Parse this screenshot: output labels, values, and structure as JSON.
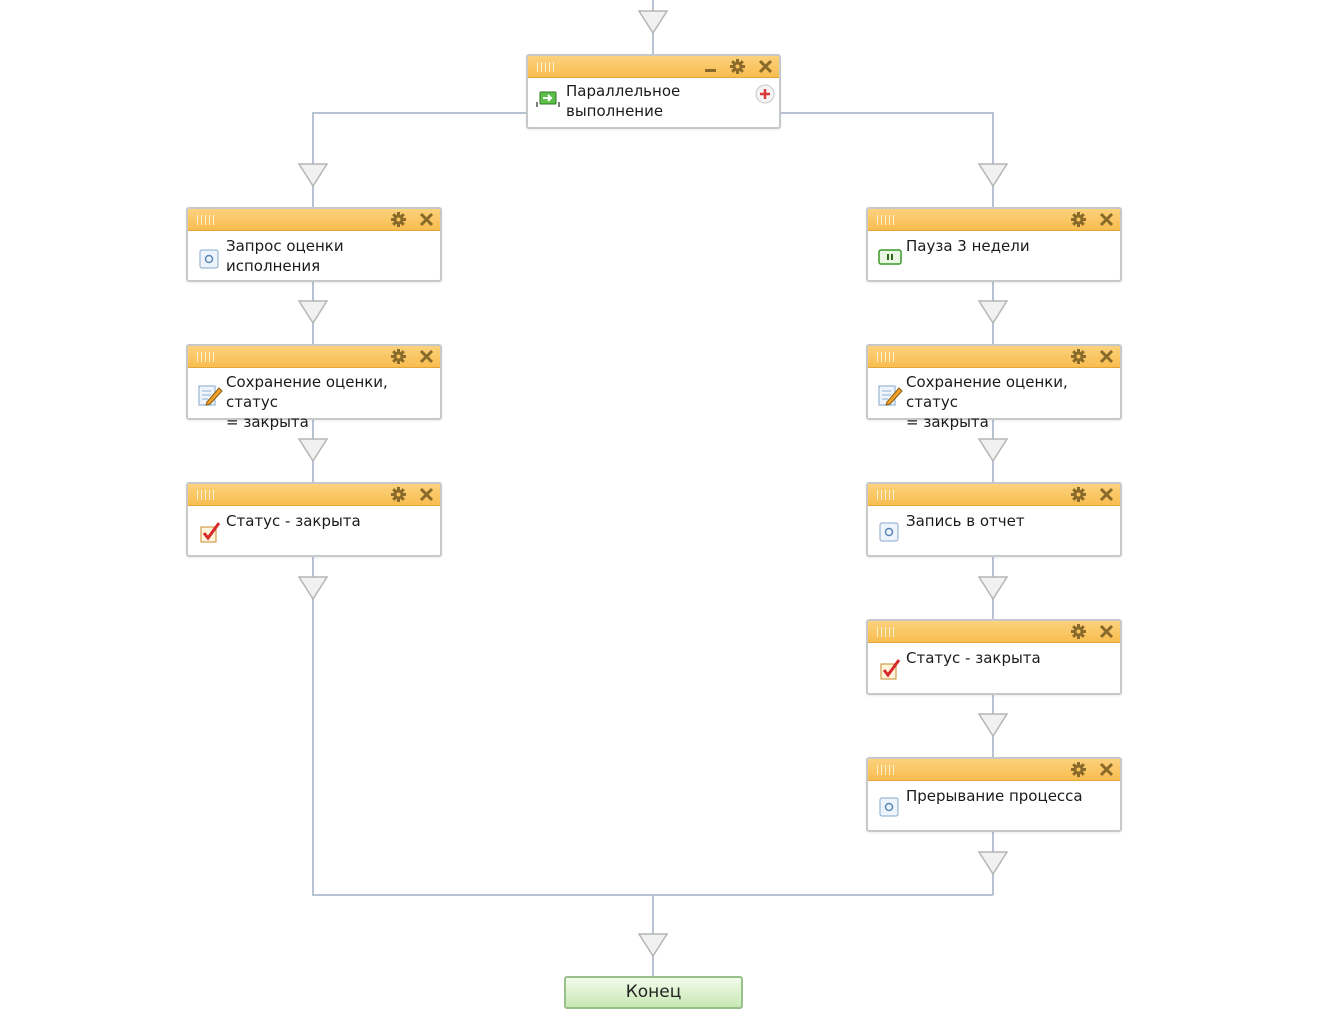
{
  "parallel": {
    "title": "Параллельное выполнение",
    "line1": "Параллельное",
    "line2": "выполнение"
  },
  "left_branch": [
    {
      "title": "Запрос оценки исполнения",
      "icon": "task-icon"
    },
    {
      "title": "Сохранение оценки, статус = закрыта",
      "line1": "Сохранение оценки, статус",
      "line2": "= закрыта",
      "icon": "edit-pencil-icon"
    },
    {
      "title": "Статус - закрыта",
      "icon": "checkbox-checked-icon"
    }
  ],
  "right_branch": [
    {
      "title": "Пауза 3 недели",
      "icon": "pause-icon"
    },
    {
      "title": "Сохранение оценки, статус = закрыта",
      "line1": "Сохранение оценки, статус",
      "line2": "= закрыта",
      "icon": "edit-pencil-icon"
    },
    {
      "title": "Запись в отчет",
      "icon": "task-icon"
    },
    {
      "title": "Статус - закрыта",
      "icon": "checkbox-checked-icon"
    },
    {
      "title": "Прерывание процесса",
      "icon": "task-icon"
    }
  ],
  "end": {
    "label": "Конец"
  },
  "colors": {
    "header_orange": "#f8bd4f",
    "connector_blue": "#b6c4d6",
    "arrow_gray": "#cfcfcf",
    "end_green": "#c8e8b4"
  }
}
